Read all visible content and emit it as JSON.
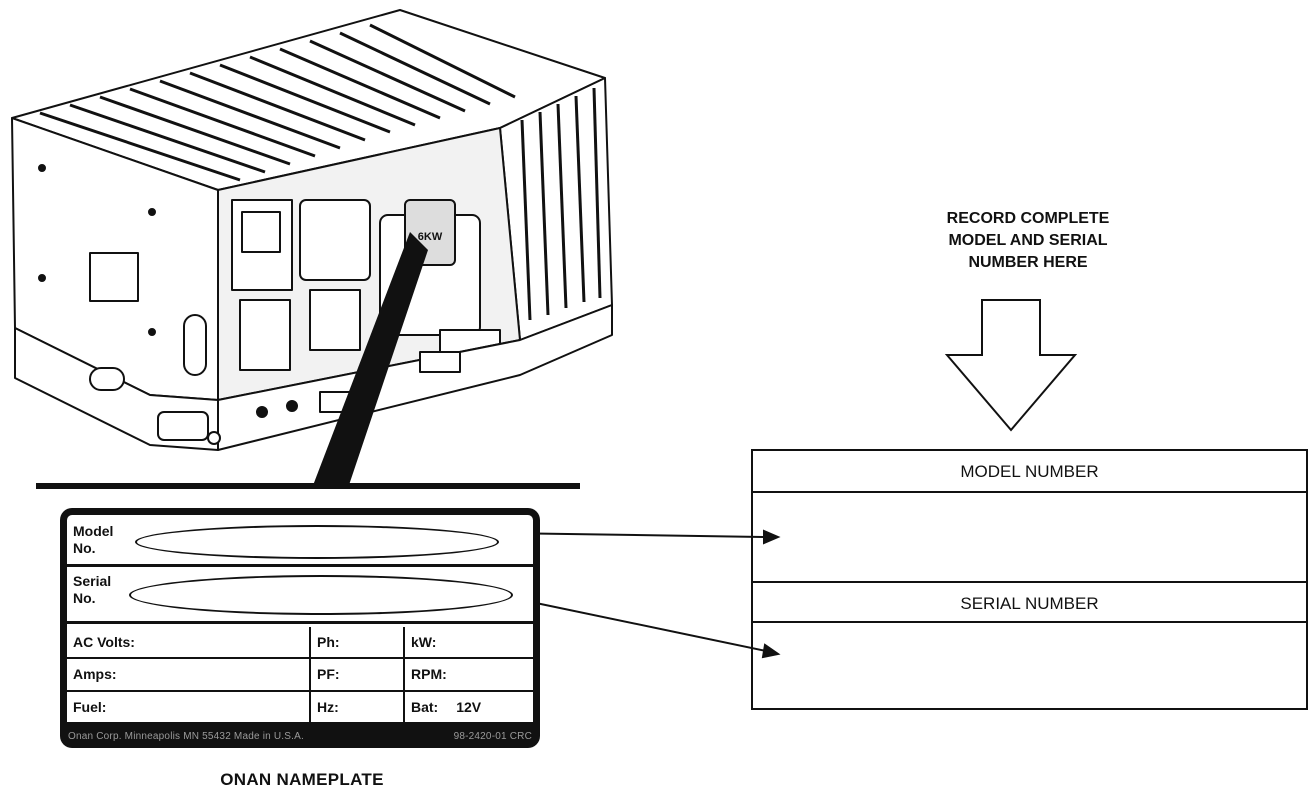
{
  "nameplate": {
    "model_label": "Model\nNo.",
    "serial_label": "Serial\nNo.",
    "rows": [
      [
        "AC Volts:",
        "Ph:",
        "kW:"
      ],
      [
        "Amps:",
        "PF:",
        "RPM:"
      ],
      [
        "Fuel:",
        "Hz:",
        "Bat:"
      ]
    ],
    "bat_value": "12V",
    "footer_left": "Onan Corp. Minneapolis MN 55432  Made in U.S.A.",
    "footer_right": "98-2420-01  CRC",
    "caption": "ONAN NAMEPLATE"
  },
  "record": {
    "note_lines": [
      "RECORD COMPLETE",
      "MODEL AND SERIAL",
      "NUMBER HERE"
    ],
    "model_header": "MODEL NUMBER",
    "serial_header": "SERIAL NUMBER"
  },
  "unit_badge": "6KW"
}
